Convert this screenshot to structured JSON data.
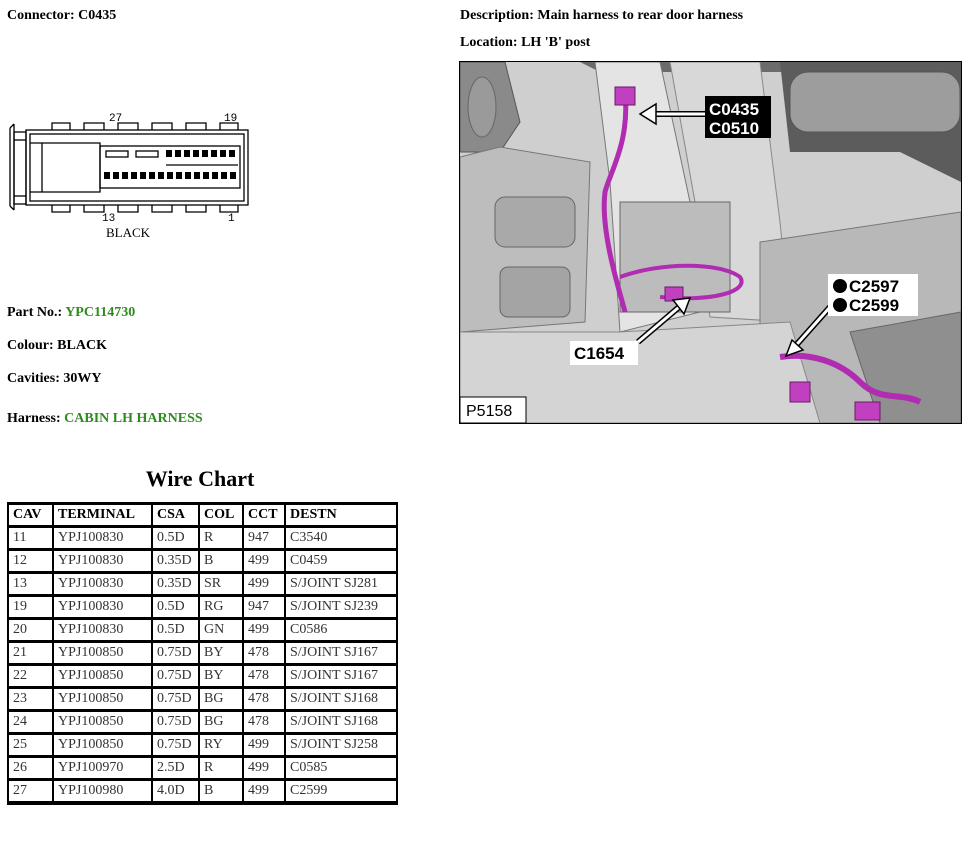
{
  "connector": {
    "label": "Connector:",
    "value": "C0435"
  },
  "description": {
    "label": "Description:",
    "value": "Main harness to rear door harness"
  },
  "location": {
    "label": "Location:",
    "value": "LH 'B' post"
  },
  "diagram": {
    "pin_top_left": "27",
    "pin_top_right": "19",
    "pin_bottom_left": "13",
    "pin_bottom_right": "1",
    "colour_text": "BLACK"
  },
  "part": {
    "label": "Part No.:",
    "value": "YPC114730"
  },
  "colour": {
    "label": "Colour:",
    "value": "BLACK"
  },
  "cavities": {
    "label": "Cavities:",
    "value": "30WY"
  },
  "harness": {
    "label": "Harness:",
    "value": "CABIN LH HARNESS"
  },
  "photo": {
    "callout_1a": "C0435",
    "callout_1b": "C0510",
    "callout_2a": "C2597",
    "callout_2b": "C2599",
    "callout_3": "C1654",
    "ref": "P5158"
  },
  "wire_chart": {
    "title": "Wire Chart",
    "headers": [
      "CAV",
      "TERMINAL",
      "CSA",
      "COL",
      "CCT",
      "DESTN"
    ],
    "rows": [
      [
        "11",
        "YPJ100830",
        "0.5D",
        "R",
        "947",
        "C3540"
      ],
      [
        "12",
        "YPJ100830",
        "0.35D",
        "B",
        "499",
        "C0459"
      ],
      [
        "13",
        "YPJ100830",
        "0.35D",
        "SR",
        "499",
        "S/JOINT SJ281"
      ],
      [
        "19",
        "YPJ100830",
        "0.5D",
        "RG",
        "947",
        "S/JOINT SJ239"
      ],
      [
        "20",
        "YPJ100830",
        "0.5D",
        "GN",
        "499",
        "C0586"
      ],
      [
        "21",
        "YPJ100850",
        "0.75D",
        "BY",
        "478",
        "S/JOINT SJ167"
      ],
      [
        "22",
        "YPJ100850",
        "0.75D",
        "BY",
        "478",
        "S/JOINT SJ167"
      ],
      [
        "23",
        "YPJ100850",
        "0.75D",
        "BG",
        "478",
        "S/JOINT SJ168"
      ],
      [
        "24",
        "YPJ100850",
        "0.75D",
        "BG",
        "478",
        "S/JOINT SJ168"
      ],
      [
        "25",
        "YPJ100850",
        "0.75D",
        "RY",
        "499",
        "S/JOINT SJ258"
      ],
      [
        "26",
        "YPJ100970",
        "2.5D",
        "R",
        "499",
        "C0585"
      ],
      [
        "27",
        "YPJ100980",
        "4.0D",
        "B",
        "499",
        "C2599"
      ]
    ]
  }
}
